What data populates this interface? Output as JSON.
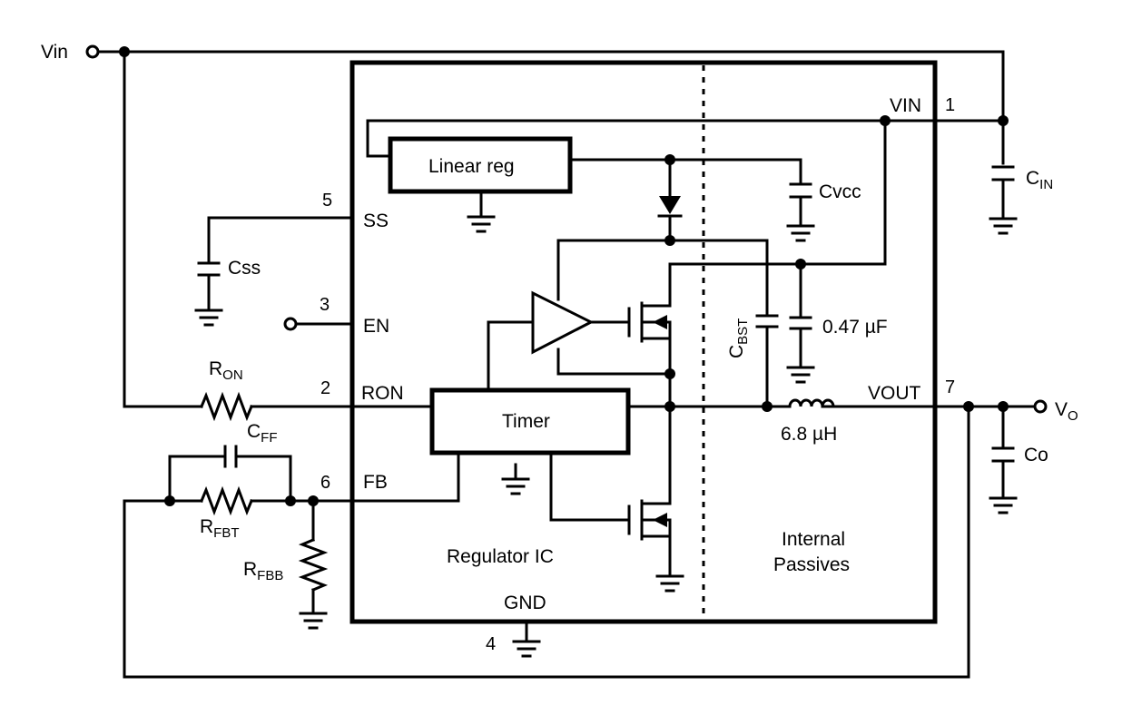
{
  "labels": {
    "vin": "Vin",
    "vin_pin": "VIN",
    "vout_pin": "VOUT",
    "ss": "SS",
    "en": "EN",
    "ron": "RON",
    "fb": "FB",
    "gnd": "GND",
    "linear_reg": "Linear reg",
    "timer": "Timer",
    "regulator_ic": "Regulator IC",
    "internal_passives_1": "Internal",
    "internal_passives_2": "Passives",
    "cvcc": "Cvcc",
    "css": "Css",
    "co": "Co",
    "cap_value": "0.47 µF",
    "ind_value": "6.8 µH",
    "vo_main": "V",
    "vo_sub": "O",
    "cin_main": "C",
    "cin_sub": "IN",
    "ron_main": "R",
    "ron_sub": "ON",
    "cff_main": "C",
    "cff_sub": "FF",
    "rfbt_main": "R",
    "rfbt_sub": "FBT",
    "rfbb_main": "R",
    "rfbb_sub": "FBB",
    "cbst_main": "C",
    "cbst_sub": "BST"
  },
  "pins": {
    "p1": "1",
    "p2": "2",
    "p3": "3",
    "p4": "4",
    "p5": "5",
    "p6": "6",
    "p7": "7"
  }
}
